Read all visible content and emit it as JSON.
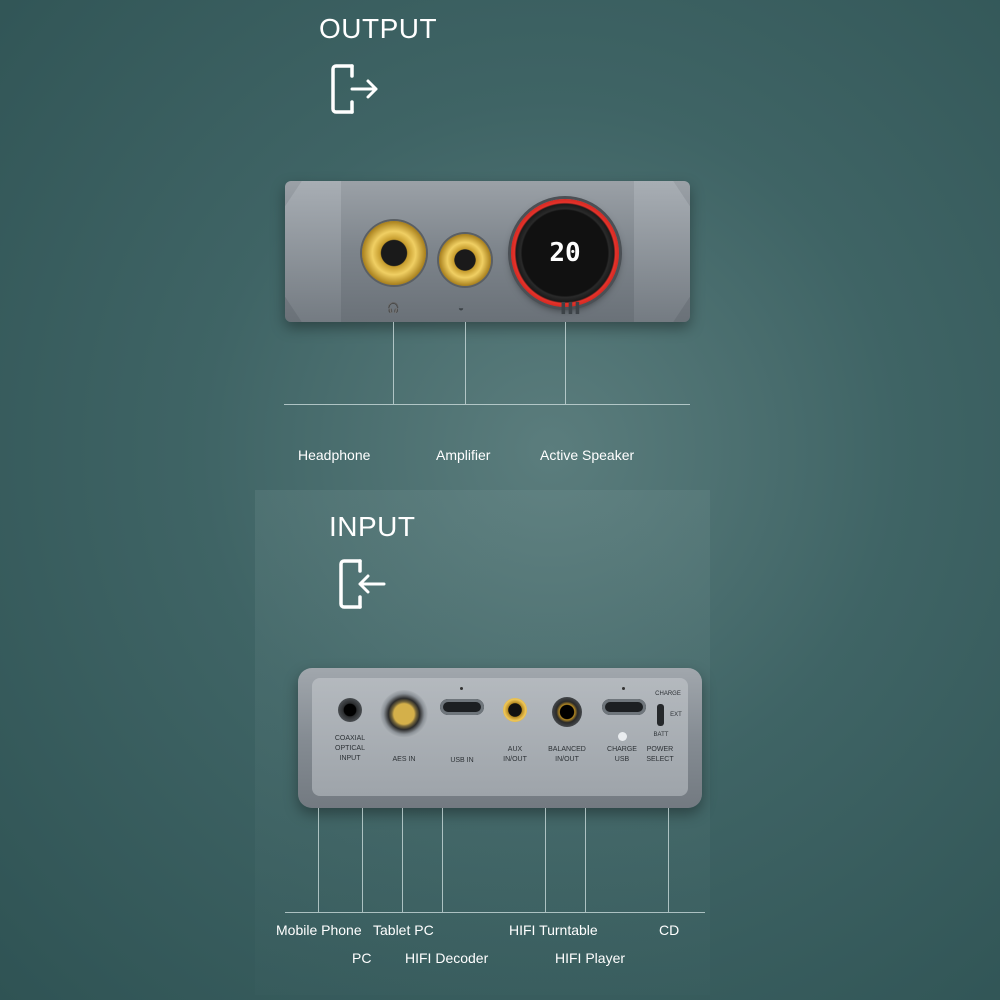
{
  "output": {
    "heading": "OUTPUT",
    "icon": "exit-door-arrow-icon",
    "display_value": "20",
    "labels": [
      "Headphone",
      "Amplifier",
      "Active Speaker"
    ]
  },
  "input": {
    "heading": "INPUT",
    "icon": "enter-door-arrow-icon",
    "ports": {
      "coaxial": "COAXIAL\nOPTICAL\nINPUT",
      "aes": "AES IN",
      "usb_in": "USB IN",
      "aux": "AUX\nIN/OUT",
      "balanced": "BALANCED\nIN/OUT",
      "charge": "CHARGE\nUSB",
      "power": "POWER\nSELECT",
      "switch_charge": "CHARGE",
      "switch_ext": "EXT",
      "switch_batt": "BATT"
    },
    "labels_row1": [
      "Mobile Phone",
      "Tablet PC",
      "HIFI Turntable",
      "CD"
    ],
    "labels_row2": [
      "PC",
      "HIFI Decoder",
      "HIFI Player"
    ]
  },
  "colors": {
    "background": "#3f6465",
    "knob_ring": "#e8322a",
    "gold": "#f0cf63",
    "device": "#858c93"
  }
}
